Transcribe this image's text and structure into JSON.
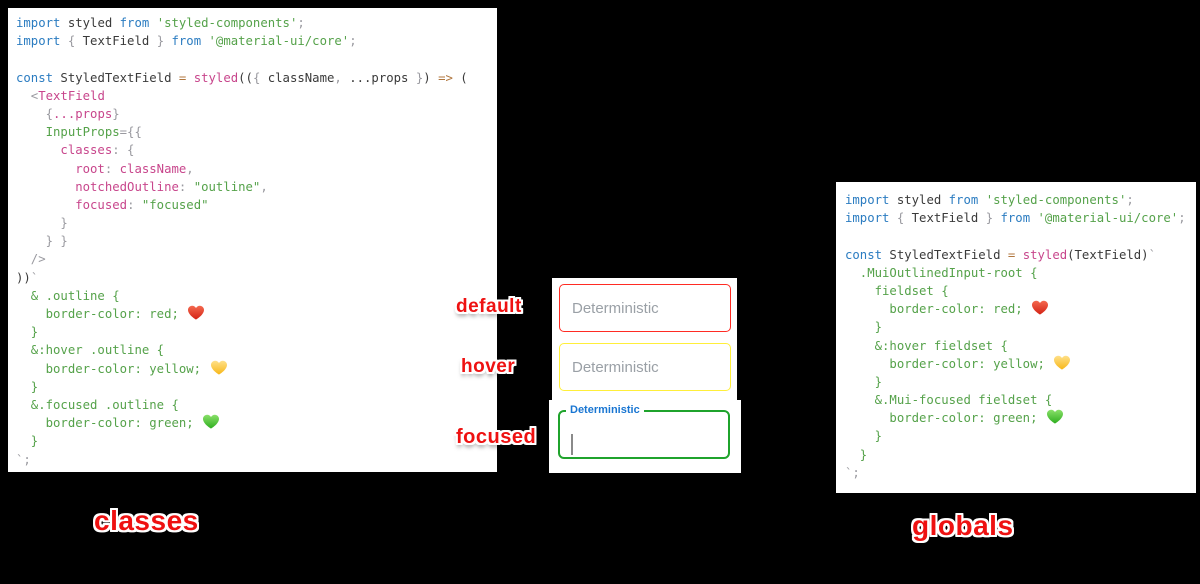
{
  "labels": {
    "default": "default",
    "hover": "hover",
    "focused": "focused",
    "classes": "classes",
    "globals": "globals"
  },
  "fields": {
    "default_placeholder": "Deterministic",
    "hover_placeholder": "Deterministic",
    "focused_label": "Deterministic"
  },
  "colors": {
    "background": "#000000",
    "panel_bg": "#ffffff",
    "border_default": "#ff2b23",
    "border_hover": "#ffef3a",
    "border_focused": "#1fa32c",
    "focused_label_blue": "#1976d2",
    "placeholder_gray": "#9aa0a6",
    "label_red": "#ee1111",
    "heart_red": "#d32315",
    "heart_yellow": "#f7b718",
    "heart_green": "#2eae1f"
  },
  "code_left": [
    [
      {
        "c": "kw",
        "t": "import "
      },
      {
        "c": "id",
        "t": "styled "
      },
      {
        "c": "kw",
        "t": "from "
      },
      {
        "c": "str",
        "t": "'styled-components'"
      },
      {
        "c": "pu",
        "t": ";"
      }
    ],
    [
      {
        "c": "kw",
        "t": "import "
      },
      {
        "c": "pu",
        "t": "{ "
      },
      {
        "c": "id",
        "t": "TextField "
      },
      {
        "c": "pu",
        "t": "} "
      },
      {
        "c": "kw",
        "t": "from "
      },
      {
        "c": "str",
        "t": "'@material-ui/core'"
      },
      {
        "c": "pu",
        "t": ";"
      }
    ],
    [],
    [
      {
        "c": "kw",
        "t": "const "
      },
      {
        "c": "id",
        "t": "StyledTextField "
      },
      {
        "c": "op",
        "t": "= "
      },
      {
        "c": "pink",
        "t": "styled"
      },
      {
        "c": "id",
        "t": "(("
      },
      {
        "c": "pu",
        "t": "{ "
      },
      {
        "c": "id",
        "t": "className"
      },
      {
        "c": "pu",
        "t": ", "
      },
      {
        "c": "id",
        "t": "...props "
      },
      {
        "c": "pu",
        "t": "}"
      },
      {
        "c": "id",
        "t": ") "
      },
      {
        "c": "op",
        "t": "=> "
      },
      {
        "c": "id",
        "t": "("
      }
    ],
    [
      {
        "c": "pu",
        "t": "  <"
      },
      {
        "c": "pink",
        "t": "TextField"
      }
    ],
    [
      {
        "c": "pu",
        "t": "    {"
      },
      {
        "c": "pink",
        "t": "...props"
      },
      {
        "c": "pu",
        "t": "}"
      }
    ],
    [
      {
        "c": "attr",
        "t": "    InputProps"
      },
      {
        "c": "pu",
        "t": "={{"
      }
    ],
    [
      {
        "c": "pink",
        "t": "      classes"
      },
      {
        "c": "pu",
        "t": ": {"
      }
    ],
    [
      {
        "c": "pink",
        "t": "        root"
      },
      {
        "c": "pu",
        "t": ": "
      },
      {
        "c": "pink",
        "t": "className"
      },
      {
        "c": "pu",
        "t": ","
      }
    ],
    [
      {
        "c": "pink",
        "t": "        notchedOutline"
      },
      {
        "c": "pu",
        "t": ": "
      },
      {
        "c": "str",
        "t": "\"outline\""
      },
      {
        "c": "pu",
        "t": ","
      }
    ],
    [
      {
        "c": "pink",
        "t": "        focused"
      },
      {
        "c": "pu",
        "t": ": "
      },
      {
        "c": "str",
        "t": "\"focused\""
      }
    ],
    [
      {
        "c": "pu",
        "t": "      }"
      }
    ],
    [
      {
        "c": "pu",
        "t": "    } }"
      }
    ],
    [
      {
        "c": "pu",
        "t": "  />"
      }
    ],
    [
      {
        "c": "id",
        "t": "))"
      },
      {
        "c": "pu",
        "t": "`"
      }
    ],
    [
      {
        "c": "css",
        "t": "  & .outline {"
      }
    ],
    [
      {
        "c": "css",
        "t": "    border-color: red; "
      },
      {
        "heart": "red"
      }
    ],
    [
      {
        "c": "css",
        "t": "  }"
      }
    ],
    [
      {
        "c": "css",
        "t": "  &:hover .outline {"
      }
    ],
    [
      {
        "c": "css",
        "t": "    border-color: yellow; "
      },
      {
        "heart": "yellow"
      }
    ],
    [
      {
        "c": "css",
        "t": "  }"
      }
    ],
    [
      {
        "c": "css",
        "t": "  &.focused .outline {"
      }
    ],
    [
      {
        "c": "css",
        "t": "    border-color: green; "
      },
      {
        "heart": "green"
      }
    ],
    [
      {
        "c": "css",
        "t": "  }"
      }
    ],
    [
      {
        "c": "pu",
        "t": "`;"
      }
    ]
  ],
  "code_right": [
    [
      {
        "c": "kw",
        "t": "import "
      },
      {
        "c": "id",
        "t": "styled "
      },
      {
        "c": "kw",
        "t": "from "
      },
      {
        "c": "str",
        "t": "'styled-components'"
      },
      {
        "c": "pu",
        "t": ";"
      }
    ],
    [
      {
        "c": "kw",
        "t": "import "
      },
      {
        "c": "pu",
        "t": "{ "
      },
      {
        "c": "id",
        "t": "TextField "
      },
      {
        "c": "pu",
        "t": "} "
      },
      {
        "c": "kw",
        "t": "from "
      },
      {
        "c": "str",
        "t": "'@material-ui/core'"
      },
      {
        "c": "pu",
        "t": ";"
      }
    ],
    [],
    [
      {
        "c": "kw",
        "t": "const "
      },
      {
        "c": "id",
        "t": "StyledTextField "
      },
      {
        "c": "op",
        "t": "= "
      },
      {
        "c": "pink",
        "t": "styled"
      },
      {
        "c": "id",
        "t": "(TextField)"
      },
      {
        "c": "pu",
        "t": "`"
      }
    ],
    [
      {
        "c": "css",
        "t": "  .MuiOutlinedInput-root {"
      }
    ],
    [
      {
        "c": "css",
        "t": "    fieldset {"
      }
    ],
    [
      {
        "c": "css",
        "t": "      border-color: red; "
      },
      {
        "heart": "red"
      }
    ],
    [
      {
        "c": "css",
        "t": "    }"
      }
    ],
    [
      {
        "c": "css",
        "t": "    &:hover fieldset {"
      }
    ],
    [
      {
        "c": "css",
        "t": "      border-color: yellow; "
      },
      {
        "heart": "yellow"
      }
    ],
    [
      {
        "c": "css",
        "t": "    }"
      }
    ],
    [
      {
        "c": "css",
        "t": "    &.Mui-focused fieldset {"
      }
    ],
    [
      {
        "c": "css",
        "t": "      border-color: green; "
      },
      {
        "heart": "green"
      }
    ],
    [
      {
        "c": "css",
        "t": "    }"
      }
    ],
    [
      {
        "c": "css",
        "t": "  }"
      }
    ],
    [
      {
        "c": "pu",
        "t": "`;"
      }
    ]
  ]
}
